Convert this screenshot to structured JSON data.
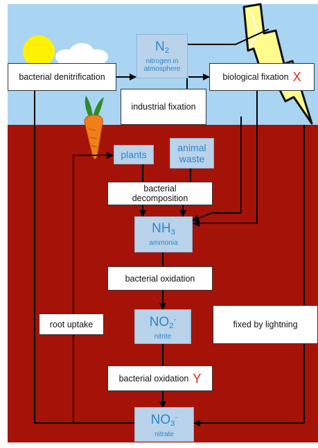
{
  "colors": {
    "sky": "#a9d4f2",
    "soil": "#a51207",
    "box_blue": "#b9d3ea",
    "text_blue": "#2f86c9",
    "marker_red": "#e2231a"
  },
  "icons": [
    "sun-icon",
    "cloud-icon",
    "lightning-bolt-icon",
    "carrot-icon"
  ],
  "nodes": {
    "n2": {
      "formula": "N",
      "sub": "2",
      "caption_line1": "nitrogen in",
      "caption_line2": "atmosphere"
    },
    "nh3": {
      "formula": "NH",
      "sub": "3",
      "caption": "ammonia"
    },
    "no2": {
      "formula": "NO",
      "sub": "2",
      "sup": "-",
      "caption": "nitrite"
    },
    "no3": {
      "formula": "NO",
      "sub": "3",
      "sup": "-",
      "caption": "nitrate"
    },
    "plants": {
      "label": "plants"
    },
    "animal_waste": {
      "label_line1": "animal",
      "label_line2": "waste"
    }
  },
  "processes": {
    "denitrification": {
      "label": "bacterial denitrification"
    },
    "biological_fixation": {
      "label": "biological fixation",
      "marker": "X"
    },
    "industrial_fixation": {
      "label": "industrial fixation"
    },
    "decomposition": {
      "label_line1": "bacterial",
      "label_line2": "decomposition"
    },
    "oxidation_1": {
      "label": "bacterial oxidation"
    },
    "oxidation_2": {
      "label": "bacterial oxidation",
      "marker": "Y"
    },
    "root_uptake": {
      "label": "root uptake"
    },
    "lightning_fixation": {
      "label": "fixed by lightning"
    }
  }
}
